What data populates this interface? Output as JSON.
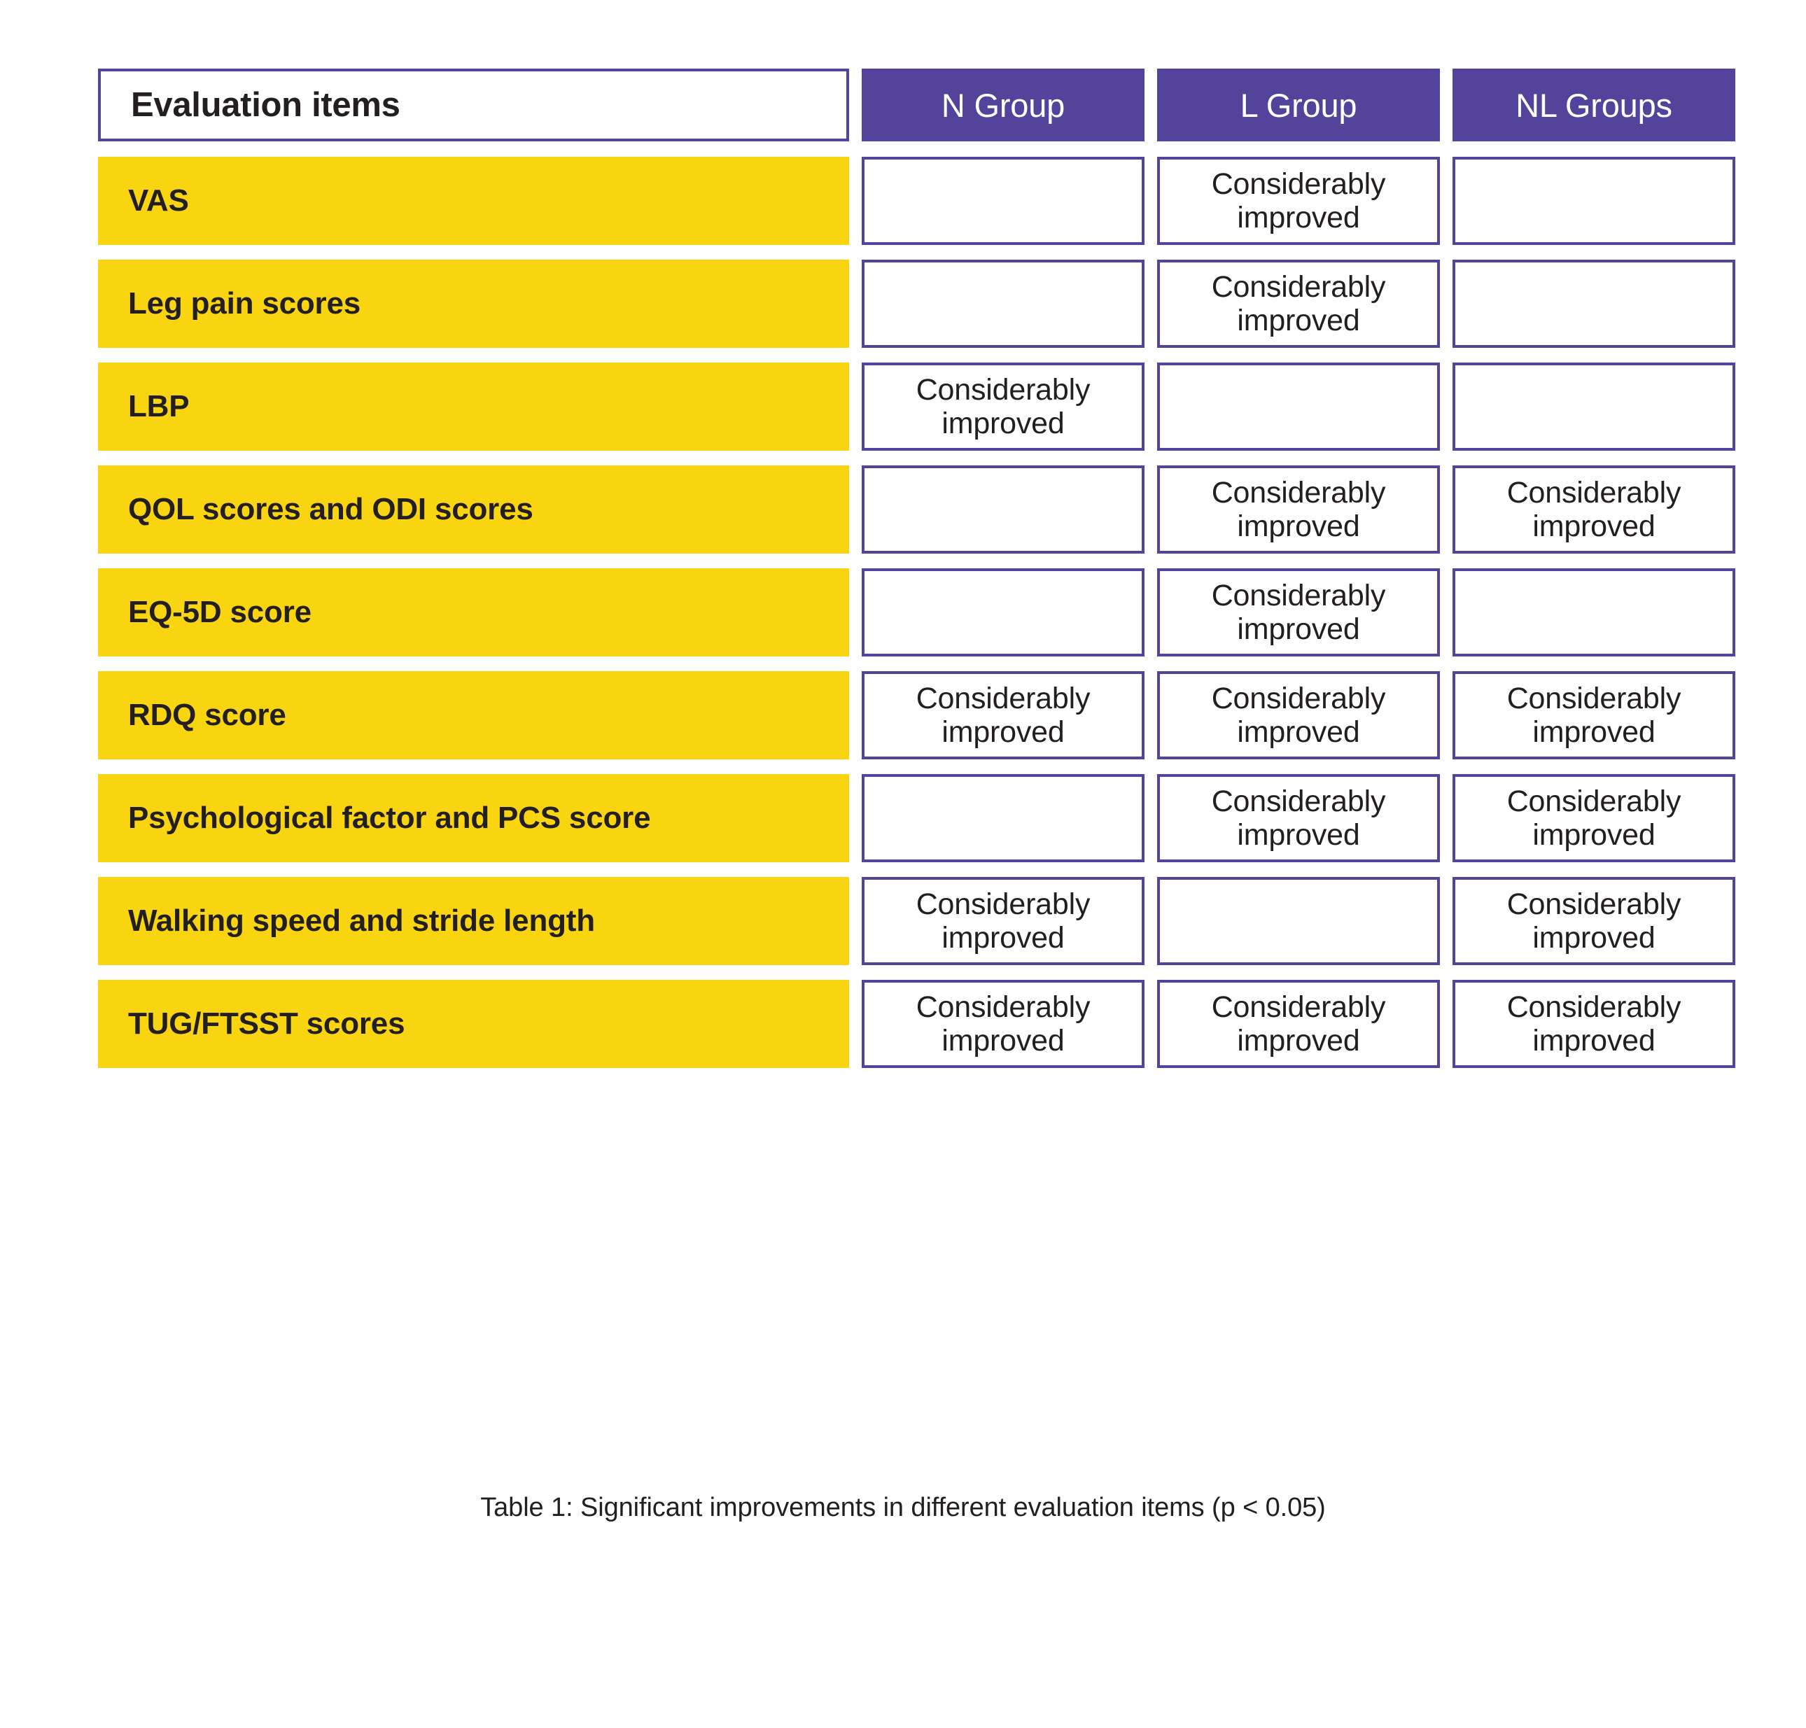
{
  "table": {
    "header": {
      "label_column": "Evaluation items",
      "groups": [
        "N Group",
        "L Group",
        "NL Groups"
      ]
    },
    "value_text": "Considerably improved",
    "rows": [
      {
        "label": "VAS",
        "n": "",
        "l": "Considerably improved",
        "nl": ""
      },
      {
        "label": "Leg pain scores",
        "n": "",
        "l": "Considerably improved",
        "nl": ""
      },
      {
        "label": "LBP",
        "n": "Considerably improved",
        "l": "",
        "nl": ""
      },
      {
        "label": "QOL scores and ODI scores",
        "n": "",
        "l": "Considerably improved",
        "nl": "Considerably improved"
      },
      {
        "label": "EQ-5D score",
        "n": "",
        "l": "Considerably improved",
        "nl": ""
      },
      {
        "label": "RDQ score",
        "n": "Considerably improved",
        "l": "Considerably improved",
        "nl": "Considerably improved"
      },
      {
        "label": "Psychological factor and PCS score",
        "n": "",
        "l": "Considerably improved",
        "nl": "Considerably improved"
      },
      {
        "label": "Walking speed and stride length",
        "n": "Considerably improved",
        "l": "",
        "nl": "Considerably improved"
      },
      {
        "label": "TUG/FTSST scores",
        "n": "Considerably improved",
        "l": "Considerably improved",
        "nl": "Considerably improved"
      }
    ]
  },
  "caption": "Table 1: Significant improvements in different evaluation items (p < 0.05)",
  "colors": {
    "header_purple": "#54439B",
    "row_yellow": "#F9D411",
    "text_dark": "#231F20",
    "cell_background": "#ffffff"
  }
}
